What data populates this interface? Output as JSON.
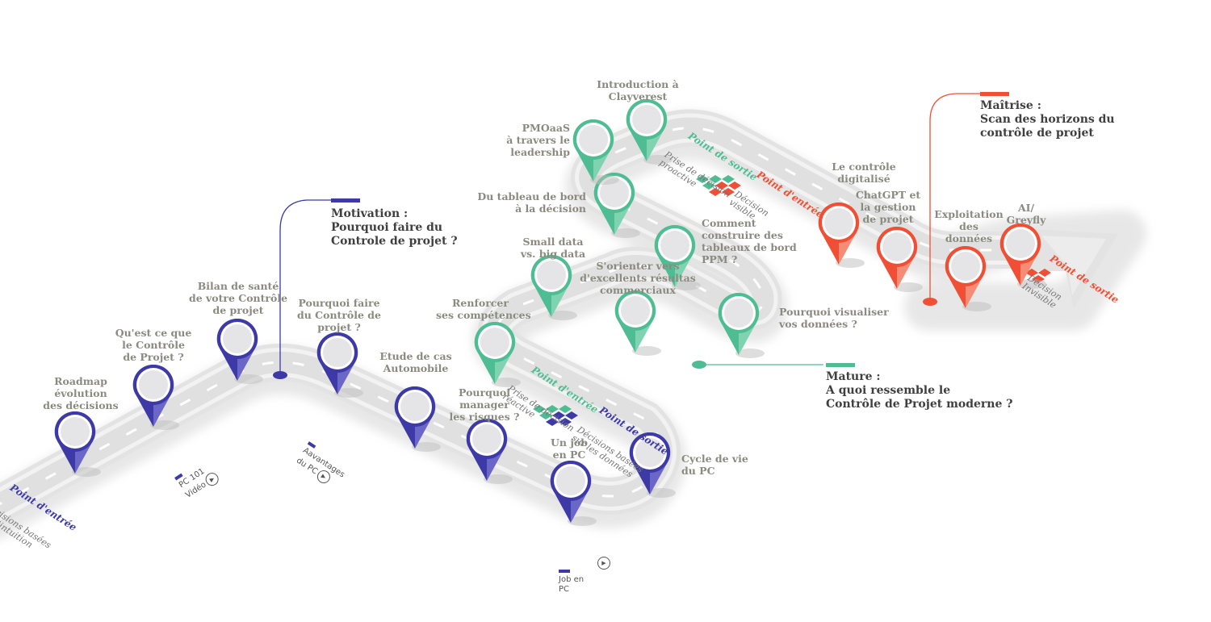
{
  "colors": {
    "blue": "#3d3aa8",
    "blue_light": "#6a67c8",
    "green": "#4fbd93",
    "green_light": "#7fd3b1",
    "red": "#f04f35",
    "red_light": "#f58c75",
    "road": "#e4e4e4",
    "label": "#8a8a80",
    "title": "#3f3f3f"
  },
  "stages": [
    {
      "id": "motivation",
      "color": "blue",
      "title": "Motivation :\nPourquoi faire du\nControle de projet ?",
      "entry": {
        "heading": "Point d'entrée",
        "sub": "Décisions basées\nsur l'intuition"
      },
      "exit": {
        "heading": "Point de sortie",
        "sub": "Décisions basées\nsur les données"
      },
      "topics": [
        "Roadmap\névolution\ndes décisions",
        "Qu'est ce que\nle Contrôle\nde Projet ?",
        "Bilan de santé\nde votre Contrôle\nde projet",
        "Pourquoi faire\ndu Contrôle de\nprojet ?",
        "Etude de cas\nAutomobile",
        "Pourquoi\nmanager\nles risques ?",
        "Un job\nen PC",
        "Cycle de vie\ndu PC"
      ],
      "media": [
        {
          "label": "PC 101\nVidéo",
          "icon": "play-icon"
        },
        {
          "label": "Aavantages\ndu PC",
          "icon": "play-icon"
        },
        {
          "label": "Job en\nPC",
          "icon": "play-icon"
        }
      ]
    },
    {
      "id": "mature",
      "color": "green",
      "title": "Mature :\nA quoi ressemble le\nContrôle de Projet moderne ?",
      "entry": {
        "heading": "Point d'entrée",
        "sub": "Prise de décision\nréactive"
      },
      "exit": {
        "heading": "Point de sortie",
        "sub": "Prise de décision\nproactive"
      },
      "topics": [
        "Renforcer\nses compétences",
        "Small data\nvs. big data",
        "S'orienter vers\nd'excellents résultas\ncommerciaux",
        "Pourquoi visualiser\nvos données ?",
        "Comment\nconstruire des\ntableaux de bord\nPPM ?",
        "Du tableau de bord\nà la décision",
        "PMOaaS\nà travers le\nleadership",
        "Introduction à\nClayverest"
      ]
    },
    {
      "id": "maitrise",
      "color": "red",
      "title": "Maîtrise :\nScan des horizons du\ncontrôle de projet",
      "entry": {
        "heading": "Point d'entrée",
        "sub": "Décision\nvisible"
      },
      "exit": {
        "heading": "Point de sortie",
        "sub": "Décision\nInvisible"
      },
      "topics": [
        "Le contrôle\ndigitalisé",
        "ChatGPT et\nla gestion\nde projet",
        "Exploitation\ndes\ndonnées",
        "AI/\nGreyfly"
      ]
    }
  ]
}
